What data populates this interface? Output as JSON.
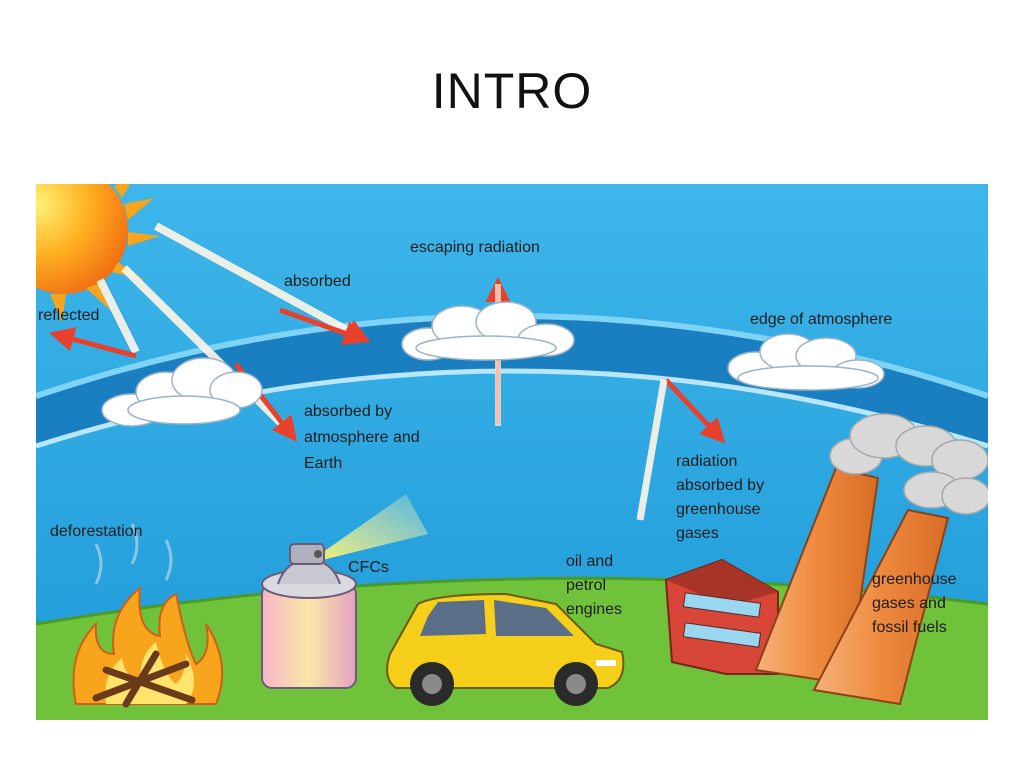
{
  "slide": {
    "title": "INTRO"
  },
  "diagram": {
    "labels": {
      "escaping_radiation": "escaping radiation",
      "absorbed": "absorbed",
      "reflected": "reflected",
      "edge_of_atmosphere": "edge of atmosphere",
      "absorbed_by_line1": "absorbed by",
      "absorbed_by_line2": "atmosphere and",
      "absorbed_by_line3": "Earth",
      "radiation_line1": "radiation",
      "radiation_line2": "absorbed by",
      "radiation_line3": "greenhouse",
      "radiation_line4": "gases",
      "deforestation": "deforestation",
      "cfcs": "CFCs",
      "oil_line1": "oil and",
      "oil_line2": "petrol",
      "oil_line3": "engines",
      "greenhouse_line1": "greenhouse",
      "greenhouse_line2": "gases and",
      "greenhouse_line3": "fossil fuels"
    },
    "colors": {
      "sky": "#2aa6e0",
      "atmosphere_band": "#1878b8",
      "ground": "#6fc23a",
      "sun": "#f7a51c",
      "arrow": "#e8402a",
      "car": "#f5cf1a",
      "chimney": "#f08a3c",
      "factory": "#d8463a"
    }
  }
}
